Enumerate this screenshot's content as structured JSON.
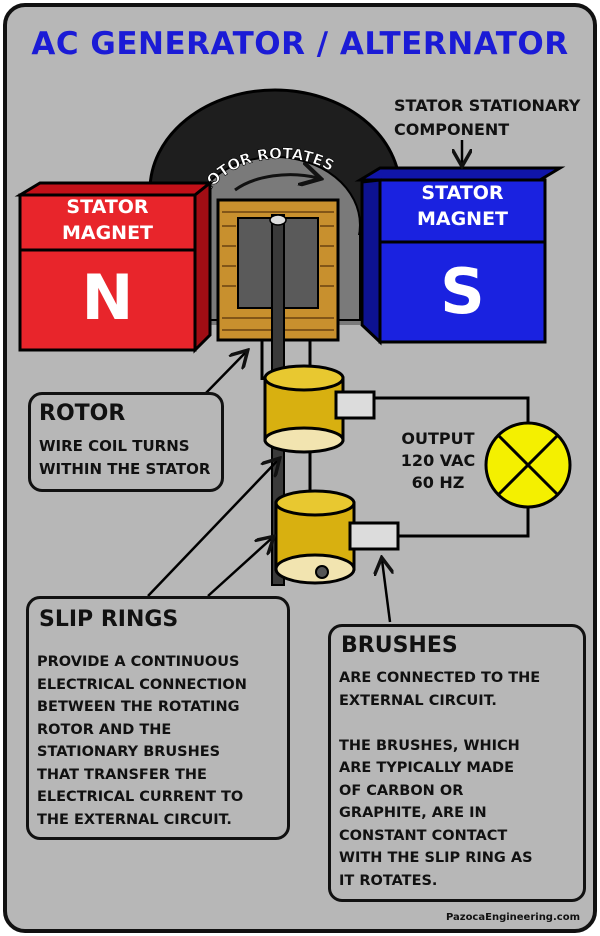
{
  "title": "AC GENERATOR / ALTERNATOR",
  "stator_note": {
    "line1": "STATOR STATIONARY",
    "line2": "COMPONENT"
  },
  "rotor_rotates": "ROTOR ROTATES",
  "left_magnet": {
    "line1": "STATOR",
    "line2": "MAGNET",
    "pole": "N"
  },
  "right_magnet": {
    "line1": "STATOR",
    "line2": "MAGNET",
    "pole": "S"
  },
  "output": {
    "line1": "OUTPUT",
    "line2": "120 VAC",
    "line3": "60 HZ"
  },
  "rotor_box": {
    "heading": "ROTOR",
    "line1": "WIRE COIL TURNS",
    "line2": "WITHIN THE STATOR"
  },
  "slip_rings_box": {
    "heading": "SLIP RINGS",
    "lines": [
      "PROVIDE A CONTINUOUS",
      "ELECTRICAL CONNECTION",
      "BETWEEN THE ROTATING",
      "ROTOR AND THE",
      "STATIONARY BRUSHES",
      "THAT TRANSFER THE",
      "ELECTRICAL CURRENT TO",
      "THE EXTERNAL CIRCUIT."
    ]
  },
  "brushes_box": {
    "heading": "BRUSHES",
    "lines": [
      "ARE CONNECTED TO THE",
      "EXTERNAL CIRCUIT.",
      "",
      "THE BRUSHES, WHICH",
      "ARE TYPICALLY MADE",
      "OF CARBON OR",
      "GRAPHITE, ARE IN",
      "CONSTANT CONTACT",
      "WITH THE SLIP RING AS",
      "IT ROTATES."
    ]
  },
  "footer": "PazocaEngineering.com",
  "colors": {
    "title": "#1b1bd6",
    "north": "#e8252b",
    "south": "#1a22e0",
    "bulb": "#f4f000",
    "coil": "#c8902e",
    "ring": "#d8b010",
    "background": "#b7b7b7"
  }
}
